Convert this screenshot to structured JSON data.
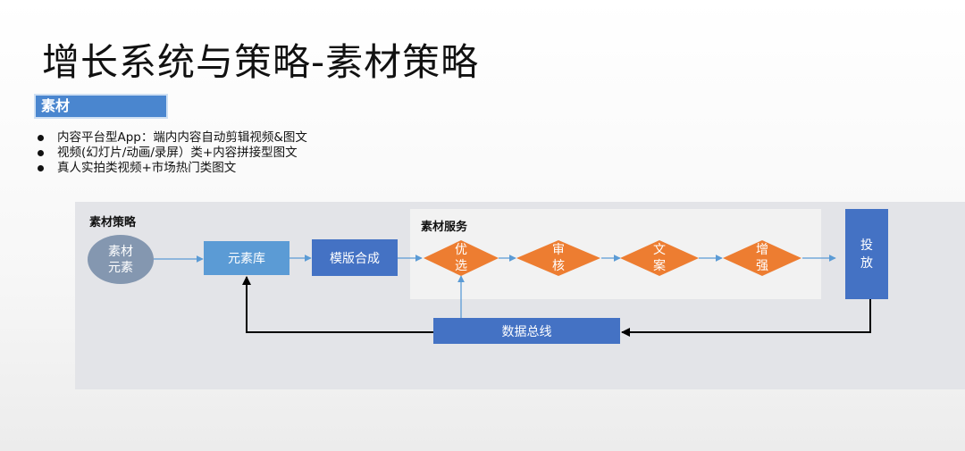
{
  "title": "增长系统与策略-素材策略",
  "section_badge": "素材",
  "bullets": [
    "内容平台型App：端内内容自动剪辑视频&图文",
    "视频(幻灯片/动画/录屏）类+内容拼接型图文",
    "真人实拍类视频+市场热门类图文"
  ],
  "diagram": {
    "strategy_label": "素材策略",
    "service_label": "素材服务",
    "element_node": "素材\n元素",
    "library_node": "元素库",
    "template_node": "模版合成",
    "service_steps": [
      "优\n选",
      "审\n核",
      "文\n案",
      "增\n强"
    ],
    "delivery_node": "投\n放",
    "bus_node": "数据总线",
    "colors": {
      "panel": "#e3e4e8",
      "service_panel": "#f2f2f2",
      "ellipse": "#8497b0",
      "library": "#5b9bd5",
      "dark_box": "#4472c4",
      "diamond": "#ed7d31",
      "arrow_light": "#5b9bd5",
      "arrow_dark": "#000000"
    }
  }
}
